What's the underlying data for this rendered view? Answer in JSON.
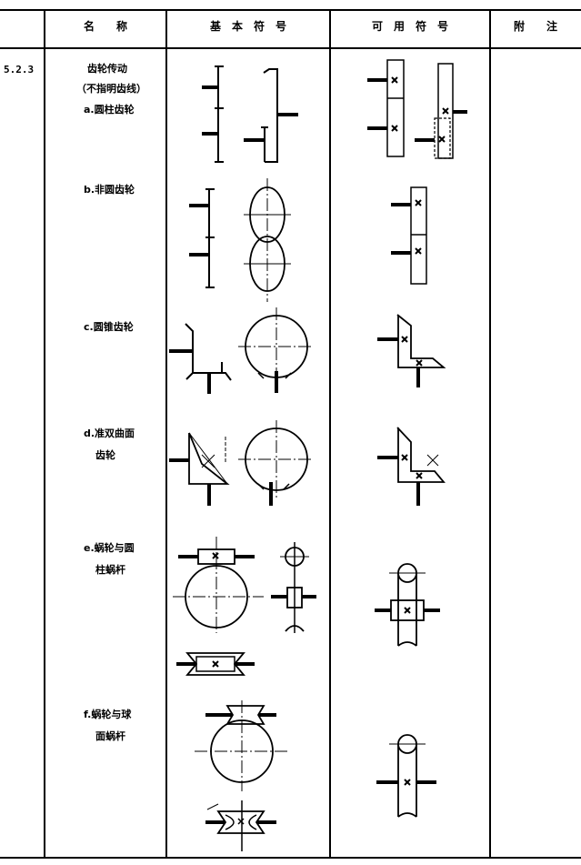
{
  "table": {
    "headers": {
      "name": "名　　称",
      "basic_symbol": "基　本　符　号",
      "available_symbol": "可　用　符　号",
      "note": "附　　注"
    },
    "row": {
      "number": "5.2.3",
      "title_line1": "齿轮传动",
      "title_line2": "（不指明齿线）",
      "items": [
        {
          "label": "a.圆柱齿轮"
        },
        {
          "label": "b.非圆齿轮"
        },
        {
          "label": "c.圆锥齿轮"
        },
        {
          "label_line1": "d.准双曲面",
          "label_line2": "齿轮"
        },
        {
          "label_line1": "e.蜗轮与圆",
          "label_line2": "柱蜗杆"
        },
        {
          "label_line1": "f.蜗轮与球",
          "label_line2": "面蜗杆"
        }
      ]
    }
  }
}
